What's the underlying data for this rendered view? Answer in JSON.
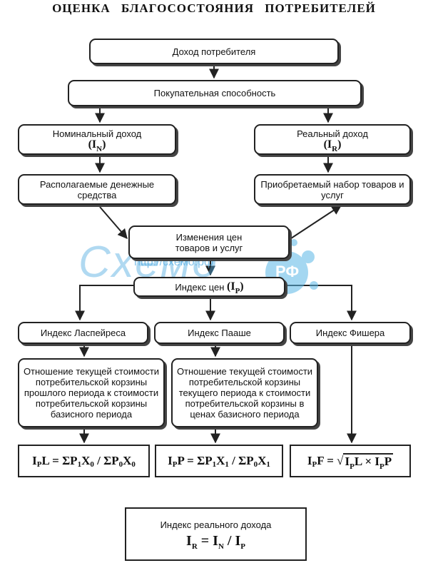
{
  "title": "ОЦЕНКА БЛАГОСОСТОЯНИЯ ПОТРЕБИТЕЛЕЙ",
  "nodes": {
    "income": "Доход потребителя",
    "purchasing_power": "Покупательная способность",
    "nominal_income": "Номинальный доход",
    "nominal_income_symbol": "(I",
    "nominal_income_sub": "N",
    "real_income": "Реальный доход",
    "real_income_symbol": "(I",
    "real_income_sub": "R",
    "disposable_money": "Располагаемые денежные средства",
    "acquired_set": "Приобретаемый набор товаров и услуг",
    "price_changes": "Изменения цен товаров и услуг",
    "price_index": "Индекс цен",
    "price_index_symbol": "(I",
    "price_index_sub": "P",
    "laspeyres": "Индекс Ласпейреса",
    "paasche": "Индекс Пааше",
    "fisher": "Индекс Фишера",
    "laspeyres_desc": "Отношение текущей стоимости потребительской корзины прошлого периода к стоимости потребительской корзины базисного периода",
    "paasche_desc": "Отношение текущей стоимости потребительской корзины текущего периода к стоимости потребительской корзины в ценах базисного периода",
    "real_income_index": "Индекс реального дохода"
  },
  "watermark": {
    "url": "http://схемо.рф",
    "logo": "Схемо",
    "badge": "РФ"
  }
}
